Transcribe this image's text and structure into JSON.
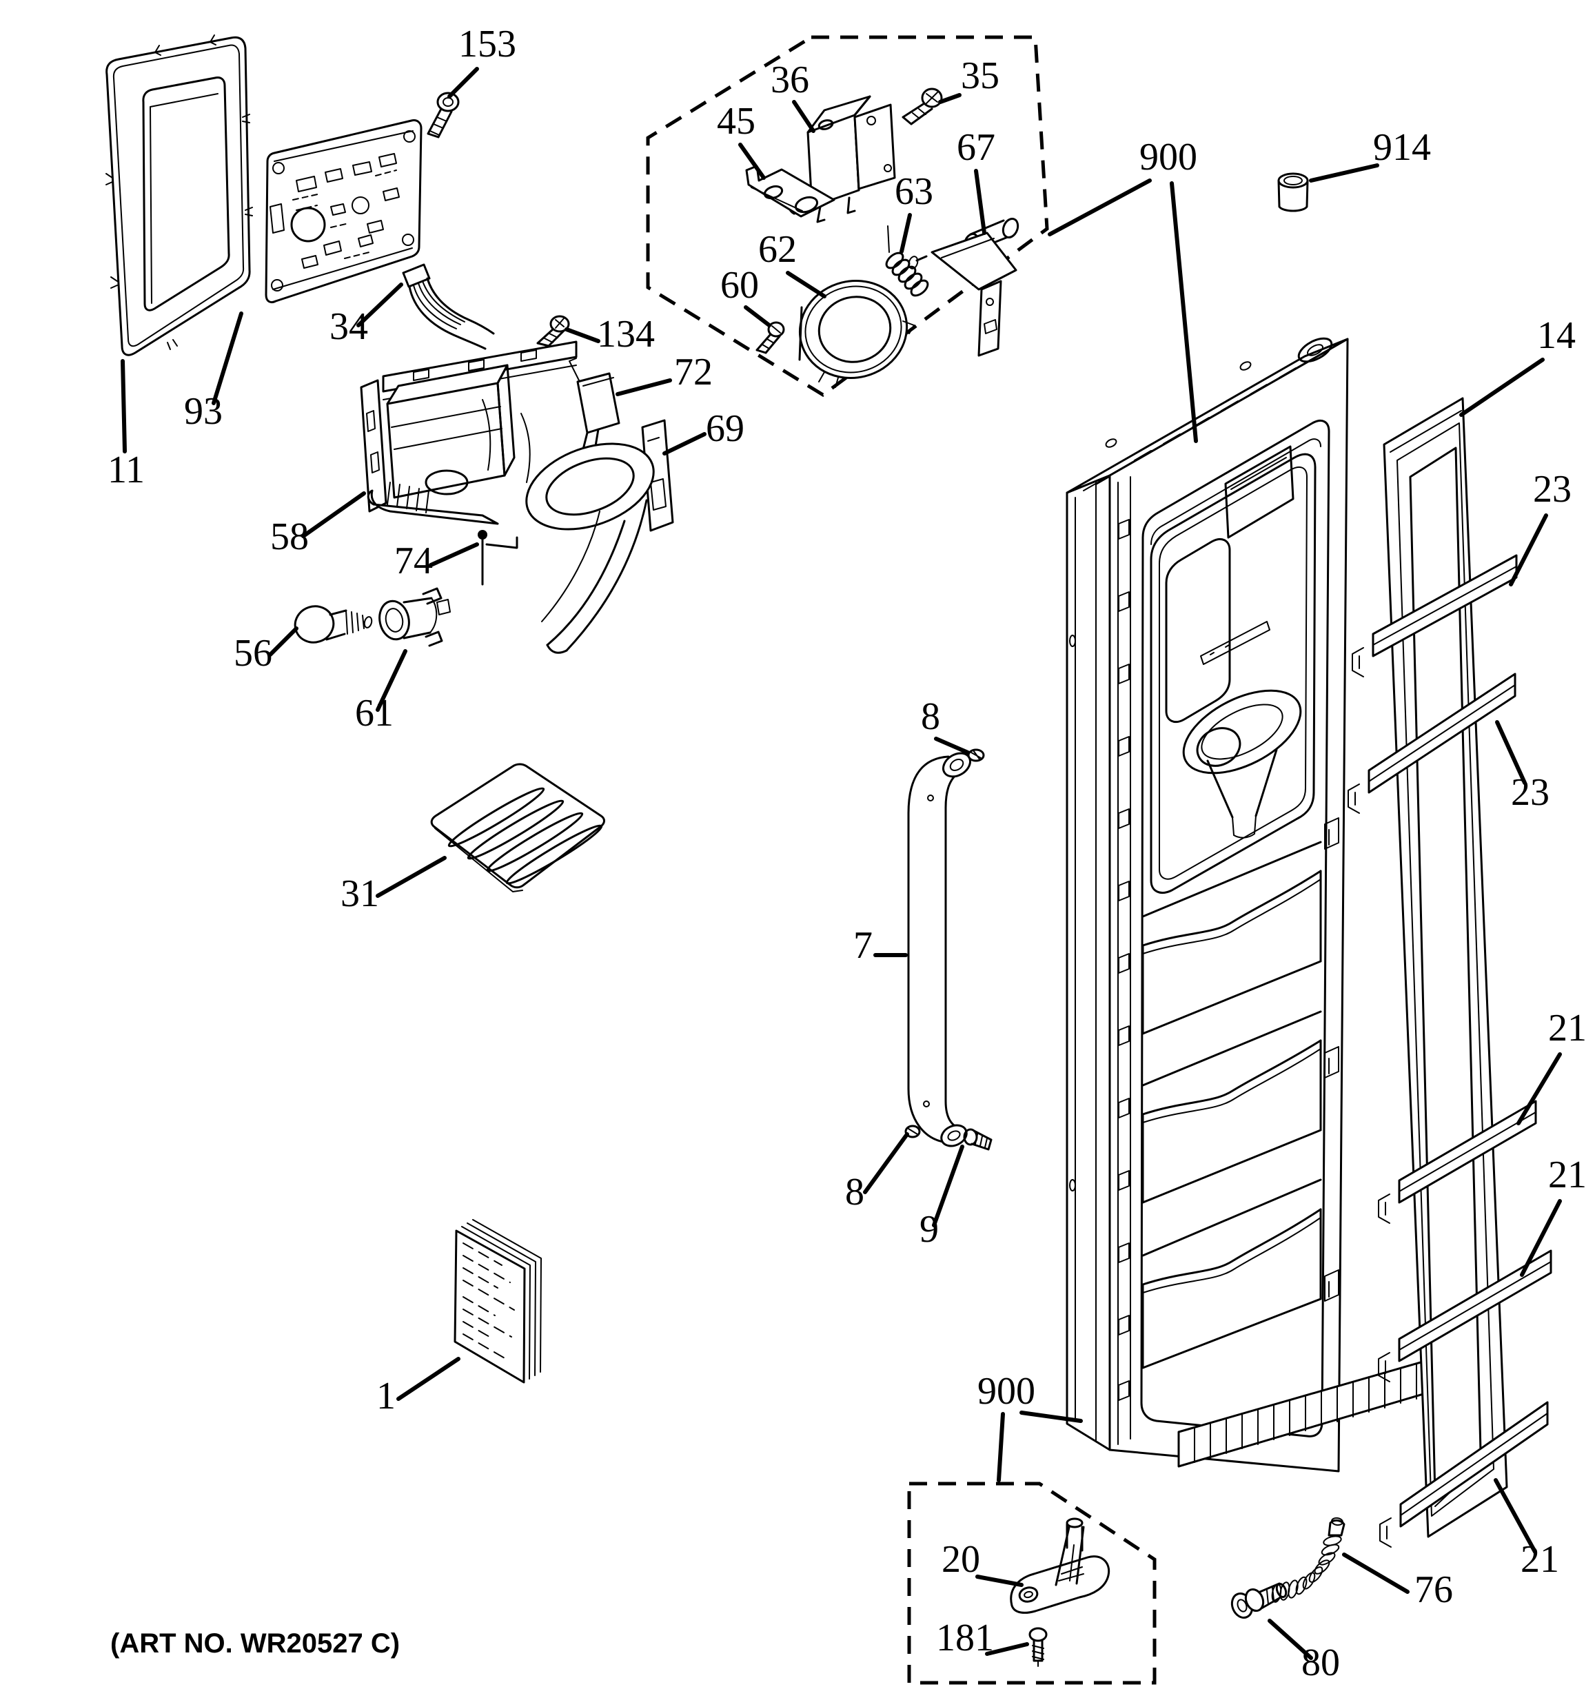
{
  "art_no": "(ART NO. WR20527 C)",
  "callouts": {
    "c153": {
      "label": "153"
    },
    "c11": {
      "label": "11"
    },
    "c93": {
      "label": "93"
    },
    "c34": {
      "label": "34"
    },
    "c134": {
      "label": "134"
    },
    "c72": {
      "label": "72"
    },
    "c69": {
      "label": "69"
    },
    "c58": {
      "label": "58"
    },
    "c74": {
      "label": "74"
    },
    "c56": {
      "label": "56"
    },
    "c61": {
      "label": "61"
    },
    "c31": {
      "label": "31"
    },
    "c1": {
      "label": "1"
    },
    "c36": {
      "label": "36"
    },
    "c35": {
      "label": "35"
    },
    "c45": {
      "label": "45"
    },
    "c67": {
      "label": "67"
    },
    "c63": {
      "label": "63"
    },
    "c62": {
      "label": "62"
    },
    "c60": {
      "label": "60"
    },
    "c900t": {
      "label": "900"
    },
    "c914": {
      "label": "914"
    },
    "c14": {
      "label": "14"
    },
    "c23a": {
      "label": "23"
    },
    "c23b": {
      "label": "23"
    },
    "c8a": {
      "label": "8"
    },
    "c7": {
      "label": "7"
    },
    "c8b": {
      "label": "8"
    },
    "c9": {
      "label": "9"
    },
    "c21a": {
      "label": "21"
    },
    "c21b": {
      "label": "21"
    },
    "c21c": {
      "label": "21"
    },
    "c900b": {
      "label": "900"
    },
    "c20": {
      "label": "20"
    },
    "c181": {
      "label": "181"
    },
    "c76": {
      "label": "76"
    },
    "c80": {
      "label": "80"
    }
  }
}
